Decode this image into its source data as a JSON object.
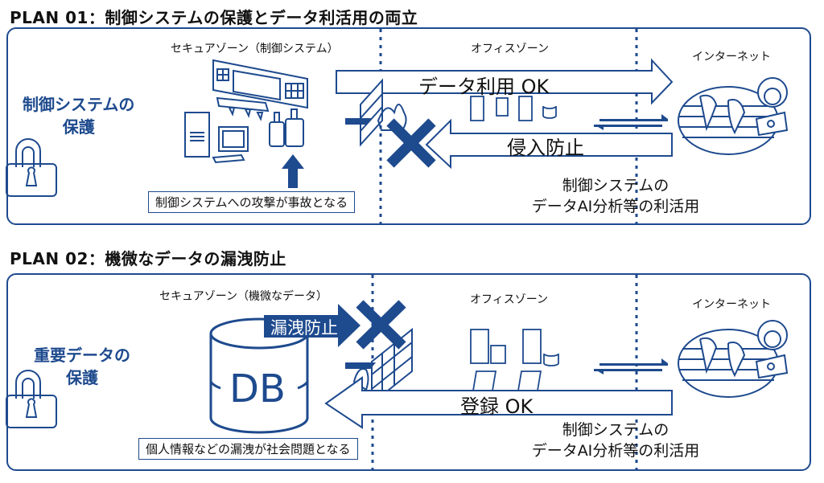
{
  "colors": {
    "primary": "#1e4a8e",
    "text": "#111111",
    "background": "#ffffff"
  },
  "plan1": {
    "title": "PLAN 01：制御システムの保護とデータ利活用の両立",
    "protect_label_line1": "制御システムの",
    "protect_label_line2": "保護",
    "zones": {
      "secure": "セキュアゾーン（制御システム）",
      "office": "オフィスゾーン",
      "internet": "インターネット"
    },
    "arrow_out_label": "データ利用 OK",
    "arrow_in_label": "侵入防止",
    "caption": "制御システムへの攻撃が事故となる",
    "util_line1": "制御システムの",
    "util_line2": "データAI分析等の利活用",
    "icons": [
      "padlock-icon",
      "control-room-icon",
      "firewall-icon",
      "blocked-x-icon",
      "office-server-icon",
      "globe-hacker-icon",
      "up-arrow-icon",
      "bidirectional-arrow-icon"
    ]
  },
  "plan2": {
    "title": "PLAN 02：機微なデータの漏洩防止",
    "protect_label_line1": "重要データの",
    "protect_label_line2": "保護",
    "zones": {
      "secure": "セキュアゾーン（機微なデータ）",
      "office": "オフィスゾーン",
      "internet": "インターネット"
    },
    "db_label": "DB",
    "arrow_out_label": "漏洩防止",
    "arrow_in_label": "登録 OK",
    "caption": "個人情報などの漏洩が社会問題となる",
    "util_line1": "制御システムの",
    "util_line2": "データAI分析等の利活用",
    "icons": [
      "padlock-icon",
      "database-icon",
      "firewall-icon",
      "blocked-x-icon",
      "office-server-icon",
      "globe-hacker-icon",
      "bidirectional-arrow-icon"
    ]
  }
}
